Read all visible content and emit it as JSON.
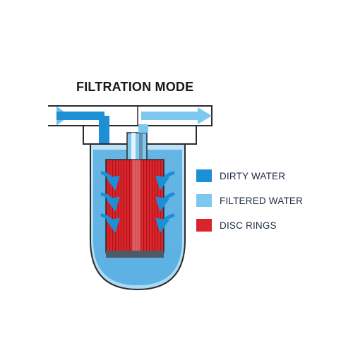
{
  "title": "FILTRATION MODE",
  "colors": {
    "dirty_water": "#1d8fd6",
    "filtered_water": "#7cc8f0",
    "disc_rings": "#d8242a",
    "outline": "#2b2b2b"
  },
  "legend": [
    {
      "label": "DIRTY WATER",
      "color": "#1d8fd6"
    },
    {
      "label": "FILTERED WATER",
      "color": "#7cc8f0"
    },
    {
      "label": "DISC RINGS",
      "color": "#d8242a"
    }
  ]
}
